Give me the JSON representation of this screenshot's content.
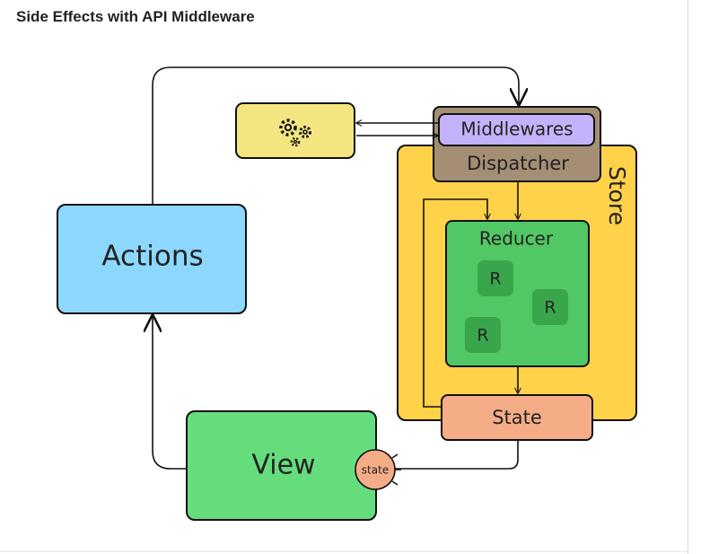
{
  "title": "Side Effects with API Middleware",
  "diagram": {
    "actions": "Actions",
    "view": "View",
    "store": "Store",
    "middlewares": "Middlewares",
    "dispatcher": "Dispatcher",
    "reducer": "Reducer",
    "reducer_item": "R",
    "state": "State",
    "view_state_badge": "state",
    "side_effect_icon": "gears-icon"
  },
  "colors": {
    "actions": "#8cd8ff",
    "view": "#66dd7c",
    "store": "#ffd24a",
    "dispatcher": "#a48e74",
    "middlewares": "#c4b2fb",
    "reducer": "#52c765",
    "reducer_item": "#3aa64c",
    "state": "#f5ad87",
    "side_effect_box": "#f3e681"
  }
}
